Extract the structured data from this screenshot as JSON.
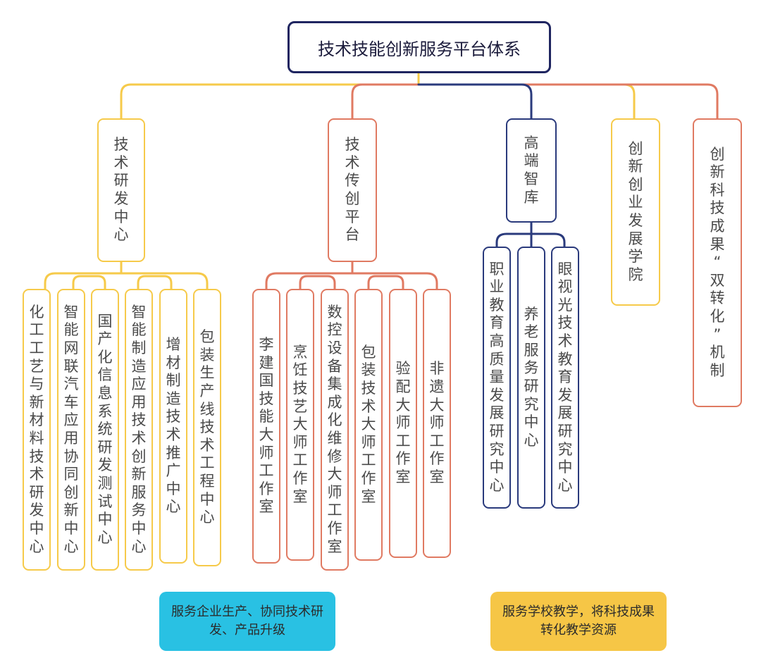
{
  "root": {
    "title": "技术技能创新服务平台体系"
  },
  "level1": [
    {
      "id": "tech-rd",
      "label": "技术研发中心"
    },
    {
      "id": "heritage",
      "label": "技术传创平台"
    },
    {
      "id": "thinktank",
      "label": "高端智库"
    },
    {
      "id": "academy",
      "label": "创新创业发展学院"
    },
    {
      "id": "transfer",
      "label": "创新科技成果“ 双转化” 机制"
    }
  ],
  "rd_centers": [
    "化工工艺与新材料技术研发中心",
    "智能网联汽车应用协同创新中心",
    "国产化信息系统研发测试中心",
    "智能制造应用技术创新服务中心",
    "增材制造技术推广中心",
    "包装生产线技术工程中心"
  ],
  "studios": [
    "李建国技能大师工作室",
    "烹饪技艺大师工作室",
    "数控设备集成化维修大师工作室",
    "包装技术大师工作室",
    "验配大师工作室",
    "非遗大师工作室"
  ],
  "research": [
    "职业教育高质量发展研究中心",
    "养老服务研究中心",
    "眼视光技术教育发展研究中心"
  ],
  "notes": {
    "enterprise": "服务企业生产、协同技术研发、产品升级",
    "school": "服务学校教学，将科技成果转化教学资源"
  },
  "colors": {
    "yellow": "#f6ca4a",
    "orange": "#e07a62",
    "navy": "#2a3a7c",
    "cyan": "#29c1e3",
    "gold": "#f6c646"
  }
}
